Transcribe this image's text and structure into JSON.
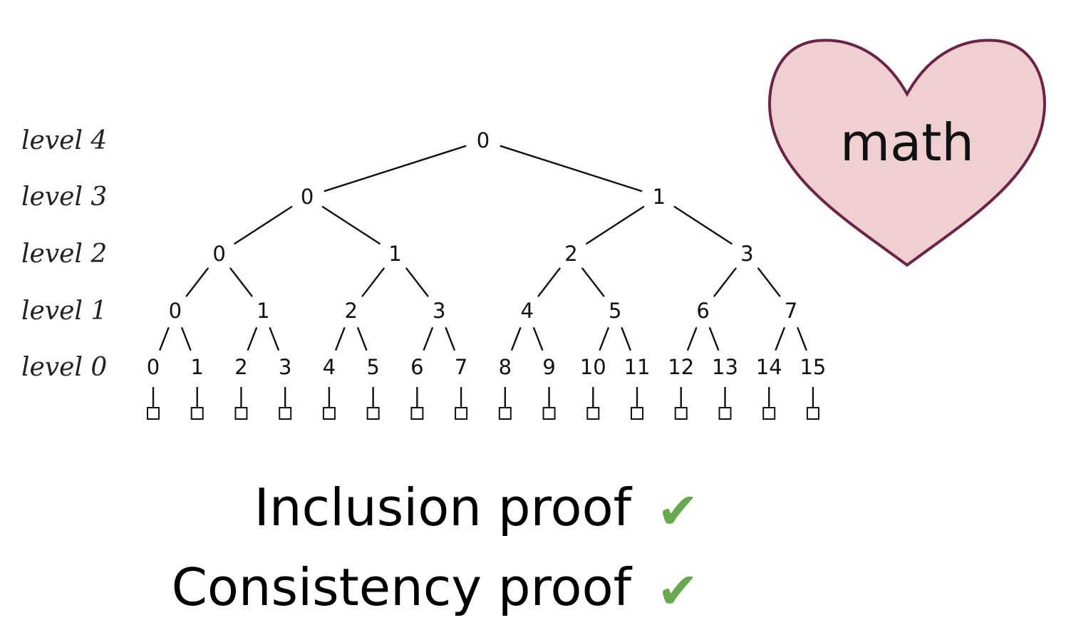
{
  "levels": [
    {
      "label": "level 4",
      "nodes": [
        "0"
      ]
    },
    {
      "label": "level 3",
      "nodes": [
        "0",
        "1"
      ]
    },
    {
      "label": "level 2",
      "nodes": [
        "0",
        "1",
        "2",
        "3"
      ]
    },
    {
      "label": "level 1",
      "nodes": [
        "0",
        "1",
        "2",
        "3",
        "4",
        "5",
        "6",
        "7"
      ]
    },
    {
      "label": "level 0",
      "nodes": [
        "0",
        "1",
        "2",
        "3",
        "4",
        "5",
        "6",
        "7",
        "8",
        "9",
        "10",
        "11",
        "12",
        "13",
        "14",
        "15"
      ]
    }
  ],
  "heart": {
    "text": "math",
    "fill": "#efcfcf",
    "stroke": "#6b2348"
  },
  "proofs": [
    {
      "label": "Inclusion proof",
      "check": "✔"
    },
    {
      "label": "Consistency proof",
      "check": "✔"
    }
  ],
  "check_color": "#6aa84f"
}
